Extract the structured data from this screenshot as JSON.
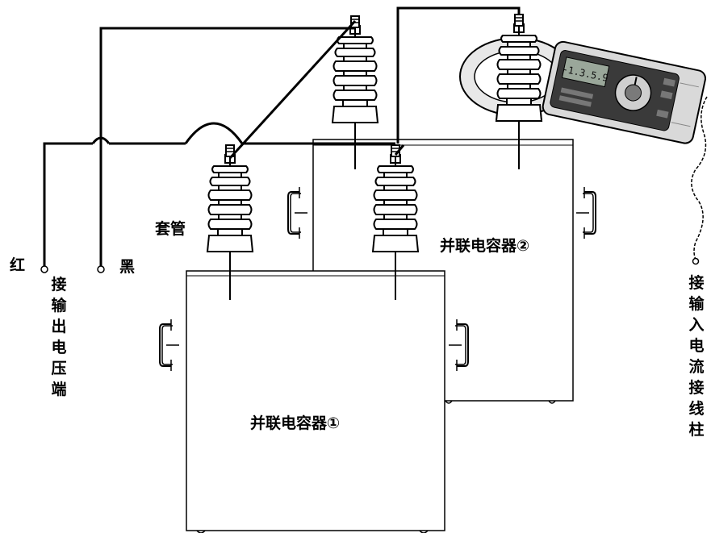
{
  "labels": {
    "bushing": "套管",
    "capacitor_1": "并联电容器①",
    "capacitor_2": "并联电容器②",
    "red_terminal": "红",
    "black_terminal": "黑",
    "output_voltage_terminal": "接\n输\n出\n电\n压\n端",
    "input_current_post": "接\n输\n入\n电\n流\n接\n线\n柱"
  },
  "meter": {
    "display": "-1.3.5.9",
    "icon": "clamp-meter-icon"
  },
  "colors": {
    "line": "#000000",
    "meter_body": "#3a3a3a",
    "meter_display": "#9aa79a"
  }
}
